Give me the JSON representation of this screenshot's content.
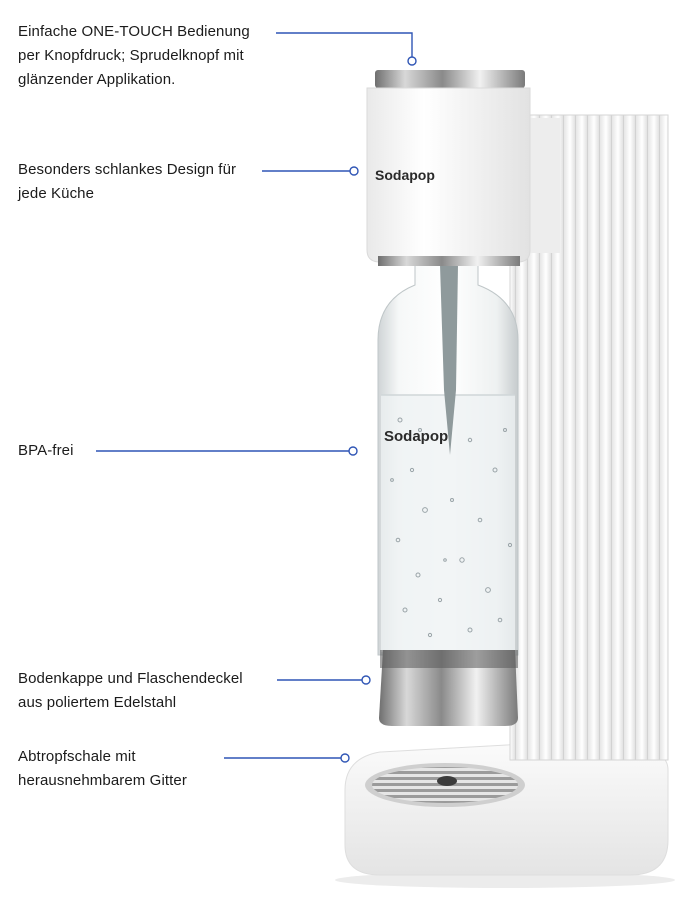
{
  "features": [
    {
      "id": "one-touch",
      "lines": [
        "Einfache ONE-TOUCH Bedienung",
        "per Knopfdruck; Sprudelknopf mit",
        "glänzender Applikation."
      ]
    },
    {
      "id": "design",
      "lines": [
        "Besonders schlankes Design für",
        "jede Küche"
      ]
    },
    {
      "id": "bpa",
      "lines": [
        "BPA-frei"
      ]
    },
    {
      "id": "steel",
      "lines": [
        "Bodenkappe und Flaschendeckel",
        "aus poliertem Edelstahl"
      ]
    },
    {
      "id": "drip-tray",
      "lines": [
        "Abtropfschale mit",
        "herausnehmbarem Gitter"
      ]
    }
  ],
  "product": {
    "brand_head": "Sodapop",
    "brand_bottle": "Sodapop"
  },
  "colors": {
    "callout_line": "#2f55b5",
    "body": "#f4f4f4",
    "shadow": "#d9d9d9"
  }
}
